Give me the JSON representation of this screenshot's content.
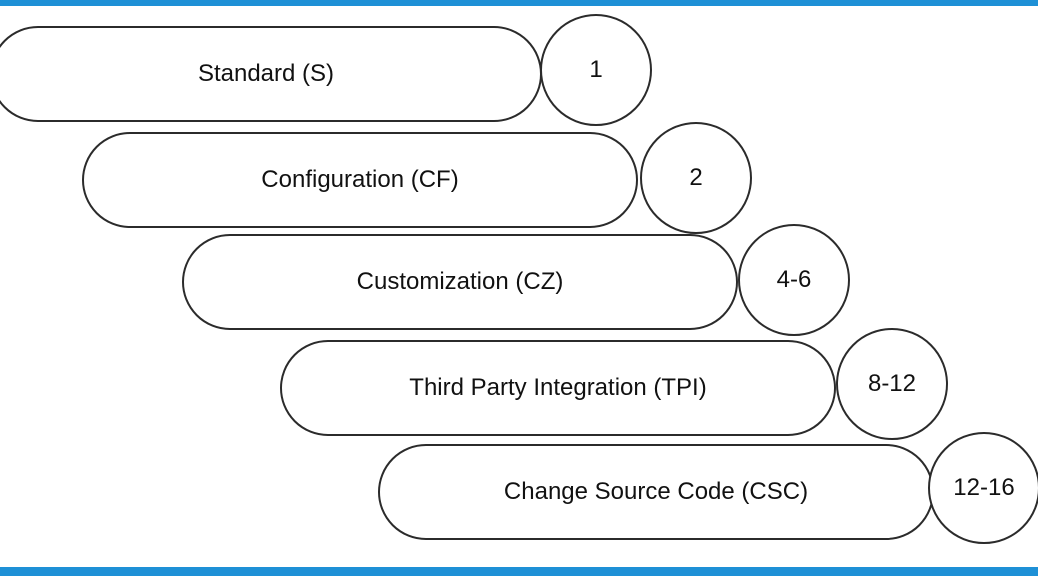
{
  "diagram": {
    "levels": [
      {
        "label": "Standard (S)",
        "value": "1"
      },
      {
        "label": "Configuration (CF)",
        "value": "2"
      },
      {
        "label": "Customization (CZ)",
        "value": "4-6"
      },
      {
        "label": "Third Party Integration (TPI)",
        "value": "8-12"
      },
      {
        "label": "Change Source Code (CSC)",
        "value": "12-16"
      }
    ]
  },
  "colors": {
    "frame_bar": "#1e90d6",
    "shape_border": "#2b2b2b",
    "text": "#111111"
  }
}
